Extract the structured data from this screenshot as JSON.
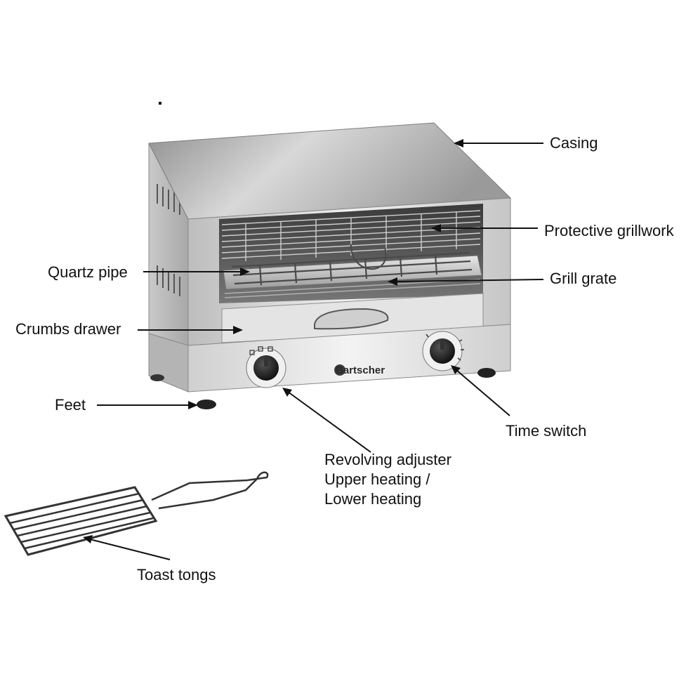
{
  "labels": {
    "casing": "Casing",
    "protective_grillwork": "Protective grillwork",
    "quartz_pipe": "Quartz pipe",
    "grill_grate": "Grill grate",
    "crumbs_drawer": "Crumbs drawer",
    "feet": "Feet",
    "time_switch": "Time switch",
    "revolving_adjuster": [
      "Revolving adjuster",
      "Upper heating /",
      "Lower heating"
    ],
    "toast_tongs": "Toast tongs"
  },
  "brand": {
    "logo_text": "Bartscher"
  }
}
